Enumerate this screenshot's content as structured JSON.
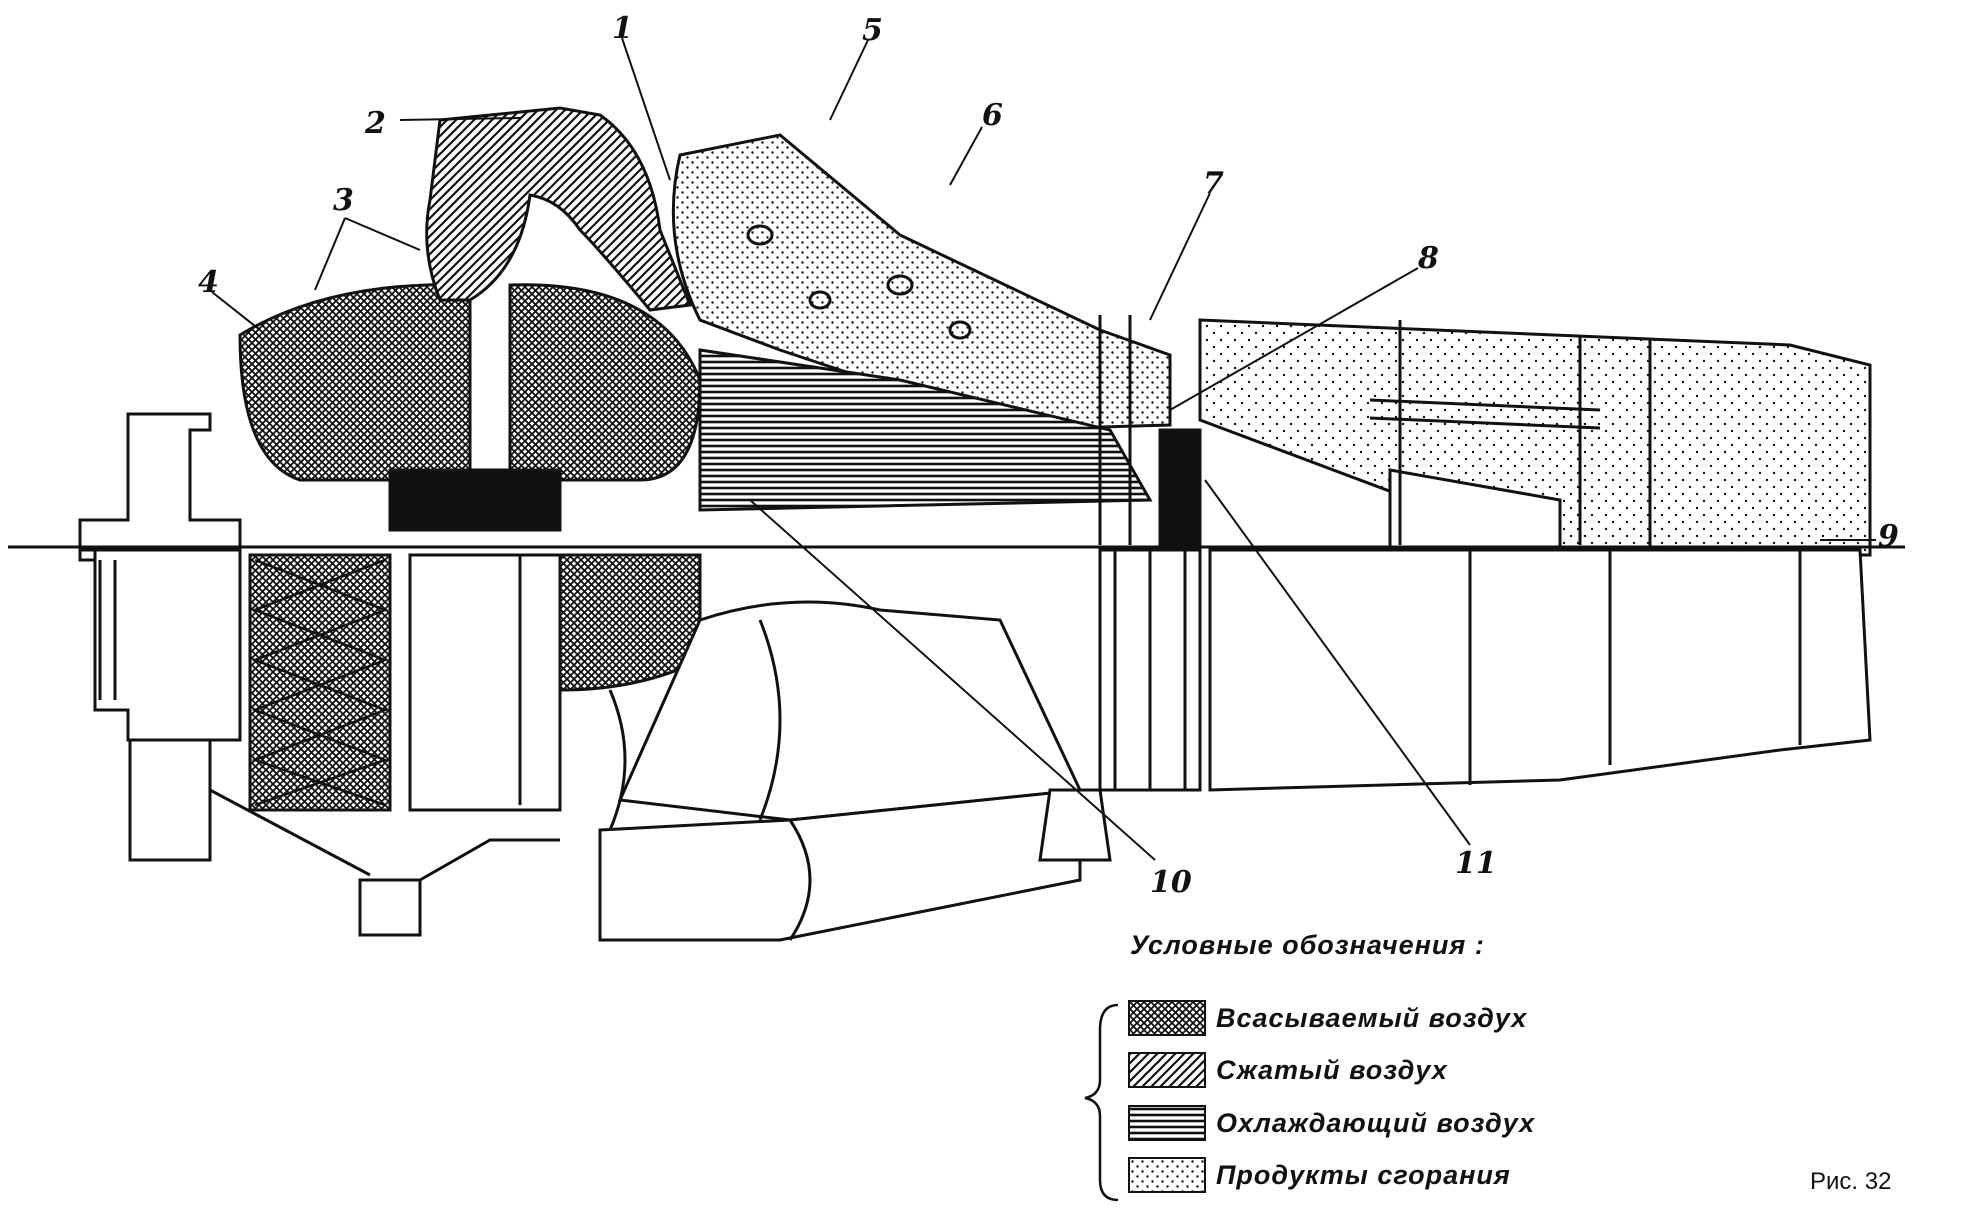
{
  "callouts": [
    "1",
    "2",
    "3",
    "4",
    "5",
    "6",
    "7",
    "8",
    "9",
    "10",
    "11"
  ],
  "legend": {
    "title": "Условные обозначения :",
    "items": [
      {
        "label": "Всасываемый воздух",
        "pattern": "crosshatch"
      },
      {
        "label": "Сжатый воздух",
        "pattern": "diagonal"
      },
      {
        "label": "Охлаждающий воздух",
        "pattern": "horizontal"
      },
      {
        "label": "Продукты сгорания",
        "pattern": "dots"
      }
    ]
  },
  "caption": "Рис. 32"
}
